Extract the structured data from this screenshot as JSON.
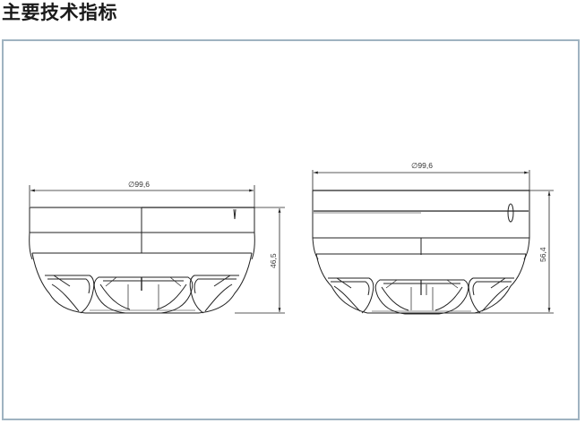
{
  "header": {
    "title": "主要技术指标"
  },
  "drawing": {
    "frame_color": "#9fb3c1",
    "line_color": "#222222",
    "views": [
      {
        "id": "left-detector",
        "diameter_label": "∅99,6",
        "height_label": "46,5"
      },
      {
        "id": "right-detector",
        "diameter_label": "∅99,6",
        "height_label": "56,4"
      }
    ]
  }
}
